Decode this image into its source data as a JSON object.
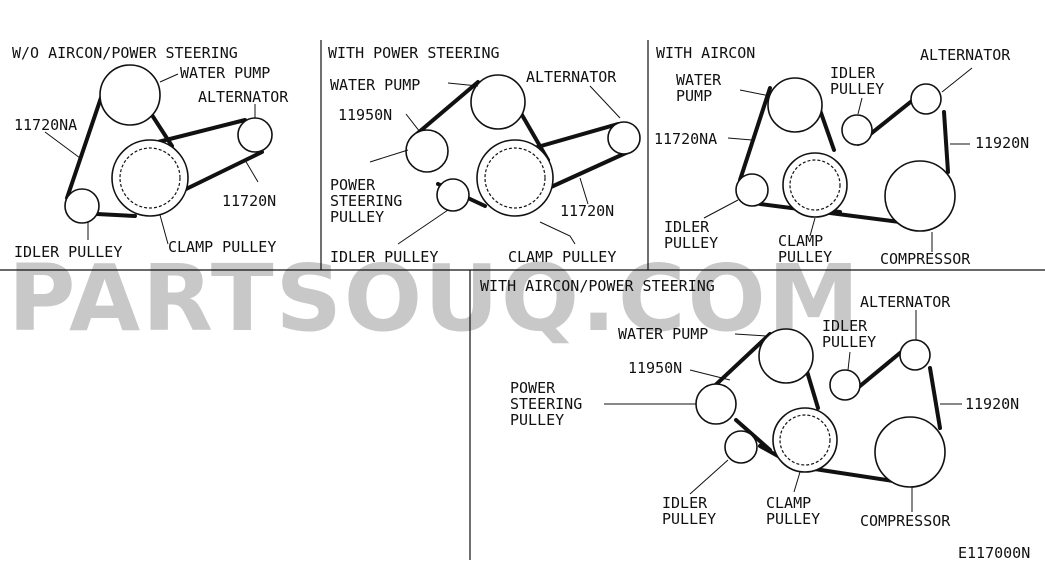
{
  "watermark": "PARTSOUQ.COM",
  "figure_code": "E117000N",
  "panels": {
    "wo_aircon_ps": {
      "title": "W/O AIRCON/POWER STEERING",
      "water_pump": "WATER PUMP",
      "alternator": "ALTERNATOR",
      "belt_a": "11720NA",
      "belt_b": "11720N",
      "idler": "IDLER PULLEY",
      "clamp": "CLAMP PULLEY"
    },
    "with_ps": {
      "title": "WITH POWER STEERING",
      "water_pump": "WATER PUMP",
      "alternator": "ALTERNATOR",
      "belt_a": "11950N",
      "ps_l1": "POWER",
      "ps_l2": "STEERING",
      "ps_l3": "PULLEY",
      "belt_b": "11720N",
      "idler": "IDLER PULLEY",
      "clamp": "CLAMP PULLEY"
    },
    "with_aircon": {
      "title": "WITH AIRCON",
      "water_l1": "WATER",
      "water_l2": "PUMP",
      "idler_top_l1": "IDLER",
      "idler_top_l2": "PULLEY",
      "alternator": "ALTERNATOR",
      "belt_a": "11720NA",
      "belt_b": "11920N",
      "idler_l1": "IDLER",
      "idler_l2": "PULLEY",
      "clamp_l1": "CLAMP",
      "clamp_l2": "PULLEY",
      "compressor": "COMPRESSOR"
    },
    "with_aircon_ps": {
      "title": "WITH AIRCON/POWER STEERING",
      "water_pump": "WATER PUMP",
      "alternator": "ALTERNATOR",
      "idler_top_l1": "IDLER",
      "idler_top_l2": "PULLEY",
      "belt_a": "11950N",
      "belt_b": "11920N",
      "ps_l1": "POWER",
      "ps_l2": "STEERING",
      "ps_l3": "PULLEY",
      "idler_l1": "IDLER",
      "idler_l2": "PULLEY",
      "clamp_l1": "CLAMP",
      "clamp_l2": "PULLEY",
      "compressor": "COMPRESSOR"
    }
  }
}
